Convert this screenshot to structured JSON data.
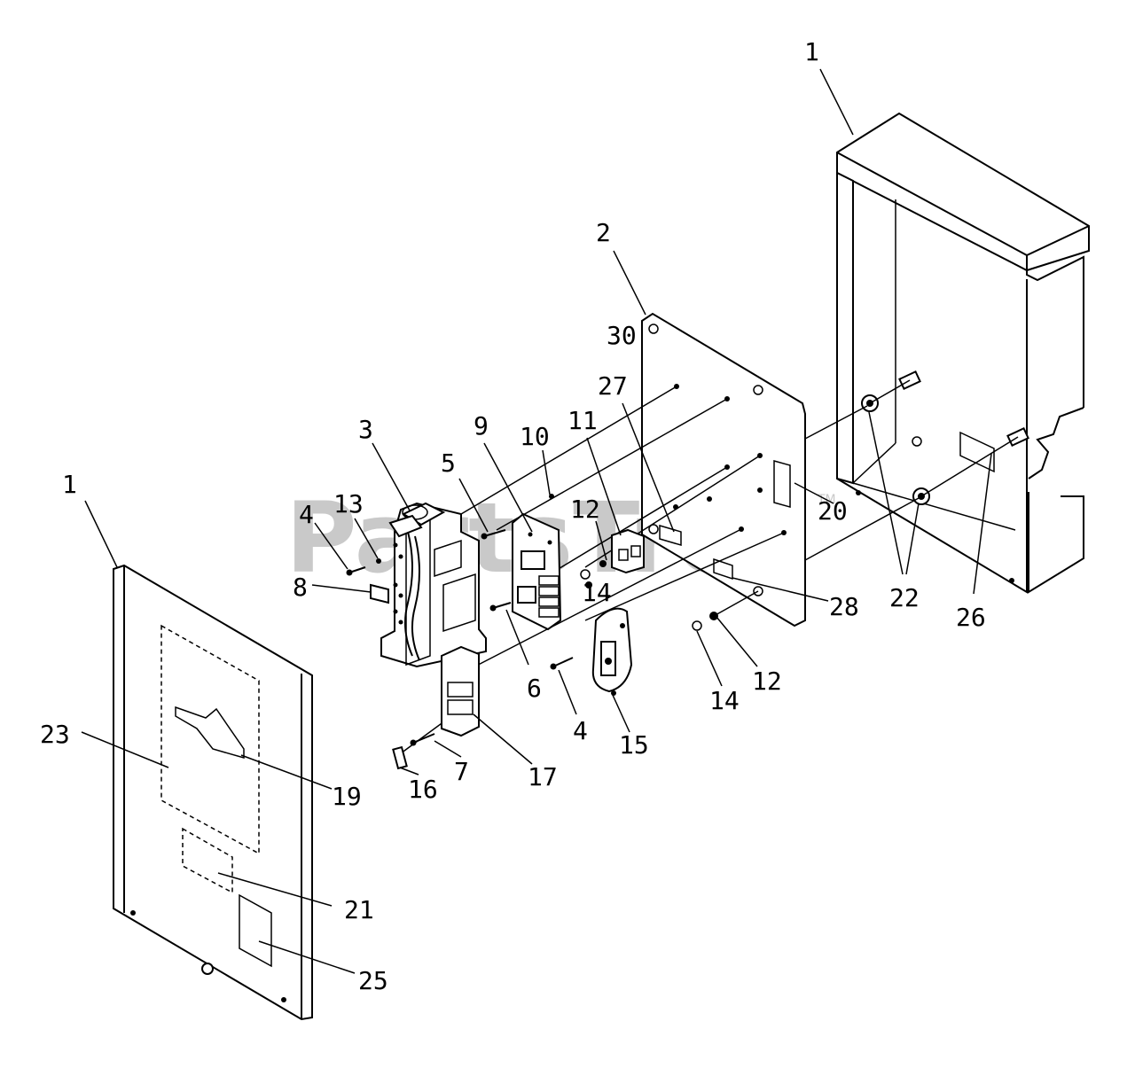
{
  "watermark": {
    "text": "PartsTree",
    "trademark": "TM"
  },
  "callouts": {
    "enclosure_top": "1",
    "enclosure_door": "1",
    "back_panel": "2",
    "part_30": "30",
    "part_27": "27",
    "part_3": "3",
    "part_9": "9",
    "part_10": "10",
    "part_11": "11",
    "part_5": "5",
    "part_13": "13",
    "part_4_left": "4",
    "part_12_mid": "12",
    "part_8": "8",
    "part_14_mid": "14",
    "part_20": "20",
    "part_22": "22",
    "part_26": "26",
    "part_28": "28",
    "part_6": "6",
    "part_12_right": "12",
    "part_14_right": "14",
    "part_4_mid": "4",
    "part_15": "15",
    "part_16": "16",
    "part_7": "7",
    "part_17": "17",
    "part_23": "23",
    "part_19": "19",
    "part_21": "21",
    "part_25": "25"
  }
}
